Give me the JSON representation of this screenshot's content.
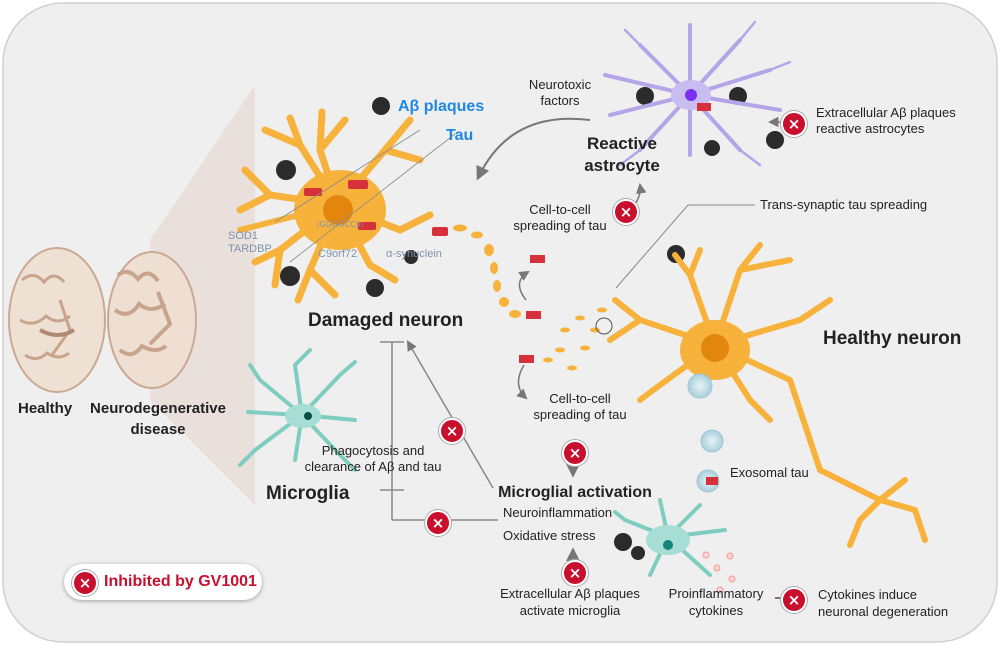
{
  "labels": {
    "ab_plaques": "Aβ plaques",
    "tau": "Tau",
    "sod1": "SOD1",
    "tardbp": "TARDBP",
    "ggggcc": "(GGGGCC)n",
    "c9orf72": "C9orf72",
    "a_synuclein": "α-synuclein",
    "damaged_neuron": "Damaged neuron",
    "healthy": "Healthy",
    "neurodegenerative_line1": "Neurodegenerative",
    "neurodegenerative_line2": "disease",
    "neurotoxic_line1": "Neurotoxic",
    "neurotoxic_line2": "factors",
    "reactive_line1": "Reactive",
    "reactive_line2": "astrocyte",
    "extracellular_astro_line1": "Extracellular Aβ plaques",
    "extracellular_astro_line2": "reactive astrocytes",
    "cell_to_cell_top_line1": "Cell-to-cell",
    "cell_to_cell_top_line2": "spreading of tau",
    "trans_synaptic": "Trans-synaptic tau spreading",
    "healthy_neuron": "Healthy neuron",
    "cell_to_cell_mid_line1": "Cell-to-cell",
    "cell_to_cell_mid_line2": "spreading of tau",
    "phagocytosis_line1": "Phagocytosis and",
    "phagocytosis_line2": "clearance of Aβ and tau",
    "microglia": "Microglia",
    "microglial_activation": "Microglial activation",
    "neuroinflammation": "Neuroinflammation",
    "oxidative_stress": "Oxidative stress",
    "exosomal_tau": "Exosomal tau",
    "extracellular_micro_line1": "Extracellular Aβ plaques",
    "extracellular_micro_line2": "activate microglia",
    "proinflammatory_line1": "Proinflammatory",
    "proinflammatory_line2": "cytokines",
    "cytokines_line1": "Cytokines induce",
    "cytokines_line2": "neuronal degeneration"
  },
  "legend": {
    "icon": "inhibit-x-icon",
    "text": "Inhibited by GV1001"
  },
  "colors": {
    "inhibit_red": "#c8102e",
    "neuron_orange": "#f7b23b",
    "astrocyte_purple": "#b3a6e8",
    "microglia_teal": "#7ecdc0",
    "title_blue": "#1e88e5"
  }
}
